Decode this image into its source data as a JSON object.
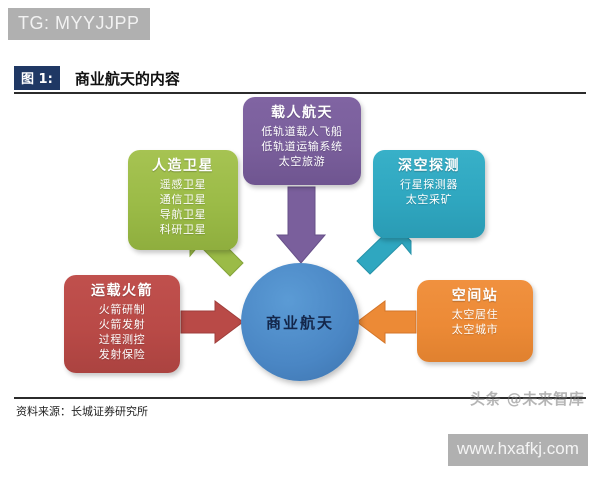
{
  "watermarks": {
    "top_tag": "TG: MYYJJPP",
    "bottom_url": "www.hxafkj.com",
    "toutiao": "头条 @未来智库"
  },
  "figure": {
    "badge": "图 1:",
    "title": "商业航天的内容",
    "source": "资料来源：长城证券研究所"
  },
  "diagram": {
    "center": {
      "label": "商业航天",
      "color": "#4a86c4",
      "text_color": "#13264a"
    },
    "nodes": [
      {
        "id": "satellite",
        "head": "人造卫星",
        "items": [
          "遥感卫星",
          "通信卫星",
          "导航卫星",
          "科研卫星"
        ],
        "color": "#9bbb47",
        "arrow_direction": "down-right"
      },
      {
        "id": "manned",
        "head": "载人航天",
        "items": [
          "低轨道载人飞船",
          "低轨道运输系统",
          "太空旅游"
        ],
        "color": "#7a5f9c",
        "arrow_direction": "down"
      },
      {
        "id": "deepspace",
        "head": "深空探测",
        "items": [
          "行星探测器",
          "太空采矿"
        ],
        "color": "#2fa7c0",
        "arrow_direction": "down-left"
      },
      {
        "id": "rocket",
        "head": "运载火箭",
        "items": [
          "火箭研制",
          "火箭发射",
          "过程测控",
          "发射保险"
        ],
        "color": "#b94a47",
        "arrow_direction": "right"
      },
      {
        "id": "station",
        "head": "空间站",
        "items": [
          "太空居住",
          "太空城市"
        ],
        "color": "#ec8a36",
        "arrow_direction": "left"
      }
    ]
  }
}
